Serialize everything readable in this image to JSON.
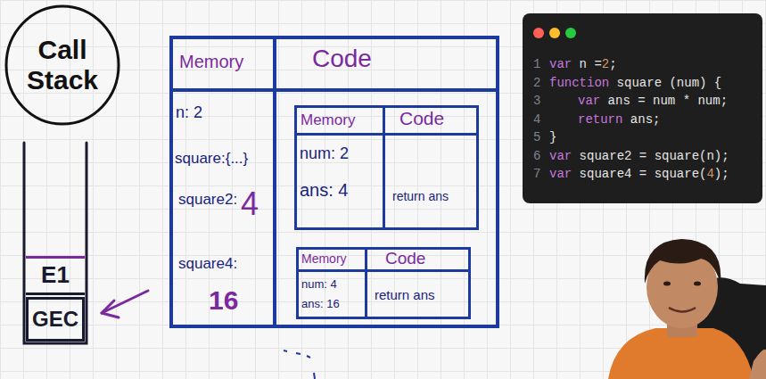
{
  "diagram": {
    "nodes": [
      {
        "text": [
          "Call Stack"
        ]
      },
      {
        "text": [
          "E1"
        ]
      },
      {
        "text": [
          "GEC"
        ]
      },
      {
        "text": [
          "Memory",
          "Code",
          "n: 2",
          "square:{...}",
          "square2:",
          "4",
          "square4:",
          "16"
        ]
      },
      {
        "text": [
          "Memory",
          "Code",
          "num: 2",
          "ans: 4",
          "return ans"
        ],
        "in": 3
      },
      {
        "text": [
          "Memory",
          "Code",
          "num: 4",
          "ans: 16",
          "return ans"
        ],
        "in": 3
      },
      {
        "text": [
          "1",
          "var n =2;",
          "2",
          "function square (num) {",
          "3",
          "var ans = num * num;",
          "4",
          "return ans;",
          "5",
          "}",
          "6",
          "var square2 = square(n);",
          "7",
          "var square4 = square(4);"
        ]
      }
    ]
  }
}
